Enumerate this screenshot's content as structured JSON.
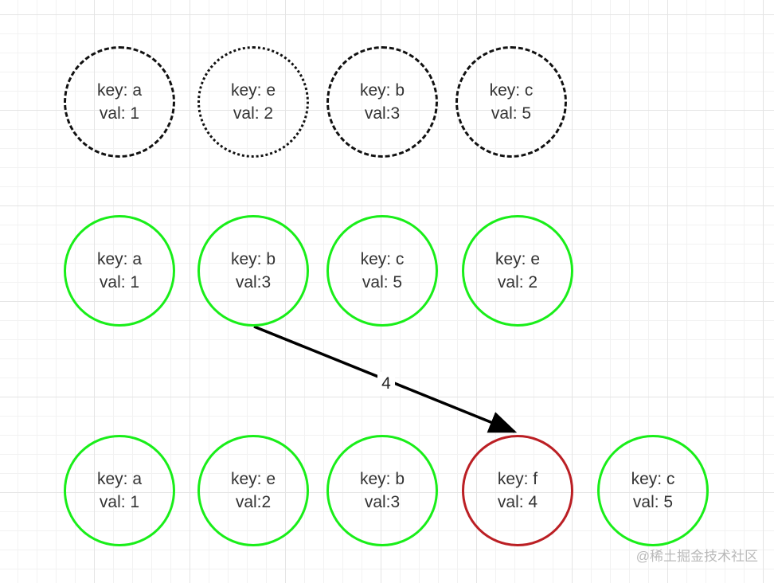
{
  "rows": {
    "top": [
      {
        "key": "key: a",
        "val": "val: 1",
        "style": "dashed"
      },
      {
        "key": "key: e",
        "val": "val: 2",
        "style": "dotted"
      },
      {
        "key": "key: b",
        "val": "val:3",
        "style": "dashed"
      },
      {
        "key": "key: c",
        "val": "val: 5",
        "style": "dashed"
      }
    ],
    "middle": [
      {
        "key": "key: a",
        "val": "val: 1",
        "style": "solid-green"
      },
      {
        "key": "key: b",
        "val": "val:3",
        "style": "solid-green"
      },
      {
        "key": "key: c",
        "val": "val: 5",
        "style": "solid-green"
      },
      {
        "key": "key: e",
        "val": "val: 2",
        "style": "solid-green"
      }
    ],
    "bottom": [
      {
        "key": "key: a",
        "val": "val: 1",
        "style": "solid-green"
      },
      {
        "key": "key: e",
        "val": "val:2",
        "style": "solid-green"
      },
      {
        "key": "key: b",
        "val": "val:3",
        "style": "solid-green"
      },
      {
        "key": "key: f",
        "val": "val: 4",
        "style": "solid-red"
      },
      {
        "key": "key: c",
        "val": "val: 5",
        "style": "solid-green"
      }
    ]
  },
  "edge": {
    "from": "middle.1",
    "to": "bottom.3",
    "label": "4"
  },
  "watermark": "@稀土掘金技术社区",
  "colors": {
    "green": "#19ee19",
    "red": "#bb1f24",
    "dark": "#111111",
    "text": "#333333"
  }
}
